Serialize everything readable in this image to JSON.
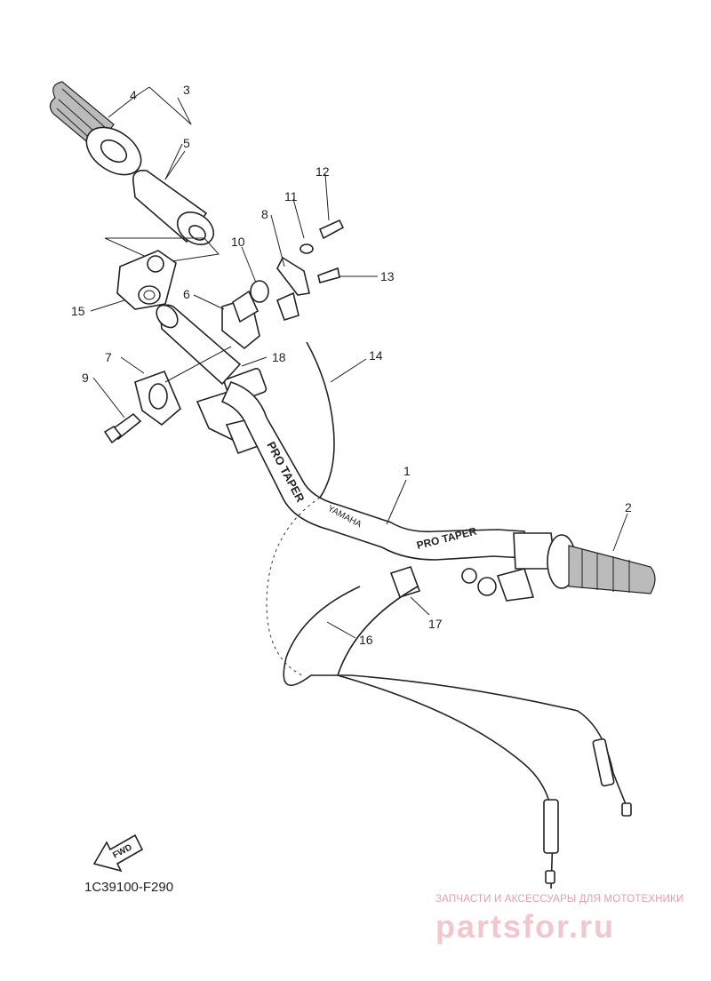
{
  "callouts": [
    {
      "id": "1",
      "text": "1"
    },
    {
      "id": "2",
      "text": "2"
    },
    {
      "id": "3",
      "text": "3"
    },
    {
      "id": "4",
      "text": "4"
    },
    {
      "id": "5",
      "text": "5"
    },
    {
      "id": "6",
      "text": "6"
    },
    {
      "id": "7",
      "text": "7"
    },
    {
      "id": "8",
      "text": "8"
    },
    {
      "id": "9",
      "text": "9"
    },
    {
      "id": "10",
      "text": "10"
    },
    {
      "id": "11",
      "text": "11"
    },
    {
      "id": "12",
      "text": "12"
    },
    {
      "id": "13",
      "text": "13"
    },
    {
      "id": "14",
      "text": "14"
    },
    {
      "id": "15",
      "text": "15"
    },
    {
      "id": "16",
      "text": "16"
    },
    {
      "id": "17",
      "text": "17"
    },
    {
      "id": "18",
      "text": "18"
    }
  ],
  "handlebar_print": {
    "brand": "PRO TAPER",
    "brand2": "PRO TAPER",
    "maker": "YAMAHA"
  },
  "fwd_label": "FWD",
  "drawing_code": "1C39100-F290",
  "watermark": {
    "tagline": "ЗАПЧАСТИ И АКСЕССУАРЫ ДЛЯ МОТОТЕХНИКИ",
    "site": "PARTSFOR.RU"
  },
  "colors": {
    "line": "#222222",
    "watermark": "#e6a0a8"
  }
}
